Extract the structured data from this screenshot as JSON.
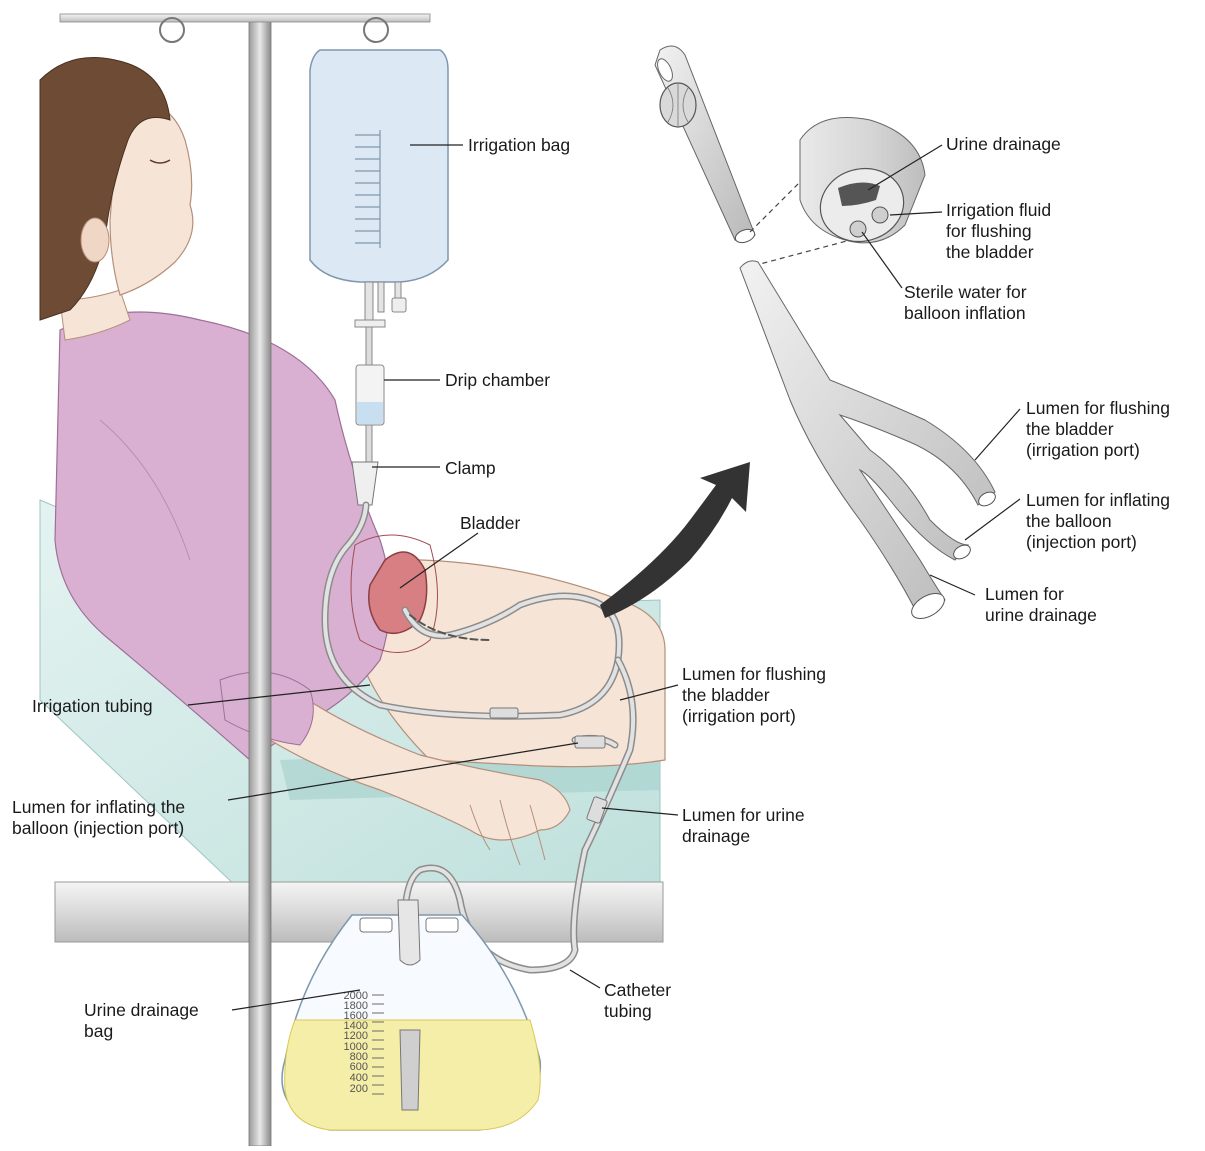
{
  "labels": {
    "irrigation_bag": "Irrigation bag",
    "drip_chamber": "Drip chamber",
    "clamp": "Clamp",
    "bladder": "Bladder",
    "irrigation_tubing": "Irrigation tubing",
    "flush_lumen_main": [
      "Lumen for flushing",
      "the bladder",
      "(irrigation port)"
    ],
    "inflate_lumen_main": [
      "Lumen for inflating the",
      "balloon (injection port)"
    ],
    "urine_lumen_main": [
      "Lumen for urine",
      "drainage"
    ],
    "catheter_tubing": [
      "Catheter",
      "tubing"
    ],
    "urine_bag": [
      "Urine drainage",
      "bag"
    ],
    "urine_drainage": "Urine drainage",
    "irrigation_fluid": [
      "Irrigation fluid",
      "for flushing",
      "the bladder"
    ],
    "sterile_water": [
      "Sterile water for",
      "balloon inflation"
    ],
    "flush_lumen_detail": [
      "Lumen for flushing",
      "the bladder",
      "(irrigation port)"
    ],
    "inflate_lumen_detail": [
      "Lumen for inflating",
      "the balloon",
      "(injection port)"
    ],
    "urine_lumen_detail": [
      "Lumen for",
      "urine drainage"
    ]
  },
  "bag_scale": [
    "2000",
    "1800",
    "1600",
    "1400",
    "1200",
    "1000",
    "800",
    "600",
    "400",
    "200"
  ],
  "colors": {
    "skin": "#f6e4d6",
    "gown": "#d9b0d2",
    "bed": "#cfe9e7",
    "iv_fluid": "#dce9f4",
    "urine": "#f4eea8",
    "bladder": "#d77f82",
    "arrow": "#333333",
    "tube": "#d8d8d8"
  }
}
